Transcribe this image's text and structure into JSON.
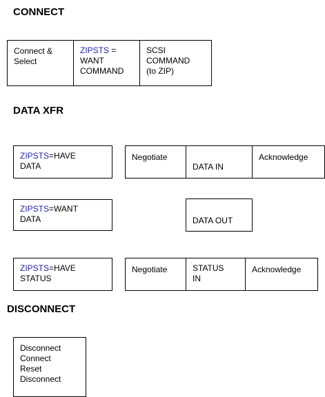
{
  "connect": {
    "heading": "CONNECT",
    "box1": {
      "l1": "Connect &",
      "l2": "Select"
    },
    "box2": {
      "hl": "ZIPSTS",
      "rest": " =",
      "l2": "WANT",
      "l3": "COMMAND"
    },
    "box3": {
      "l1": "SCSI",
      "l2": "COMMAND",
      "l3": "(to ZIP)"
    }
  },
  "data_xfr": {
    "heading": "DATA XFR",
    "have_data": {
      "hl": "ZIPSTS",
      "rest": "=HAVE",
      "l2": "DATA"
    },
    "negotiate": "Negotiate",
    "data_in": "DATA IN",
    "acknowledge": "Acknowledge",
    "want_data": {
      "hl": "ZIPSTS",
      "rest": "=WANT",
      "l2": "DATA"
    },
    "data_out": "DATA OUT",
    "have_status": {
      "hl": "ZIPSTS",
      "rest": "=HAVE",
      "l2": "STATUS"
    },
    "negotiate2": "Negotiate",
    "status_in": {
      "l1": "STATUS",
      "l2": "IN"
    },
    "acknowledge2": "Acknowledge"
  },
  "disconnect": {
    "heading": "DISCONNECT",
    "items": [
      "Disconnect",
      "Connect",
      "Reset",
      "Disconnect"
    ]
  },
  "colors": {
    "zipsts": "#2222aa",
    "border": "#000000"
  }
}
